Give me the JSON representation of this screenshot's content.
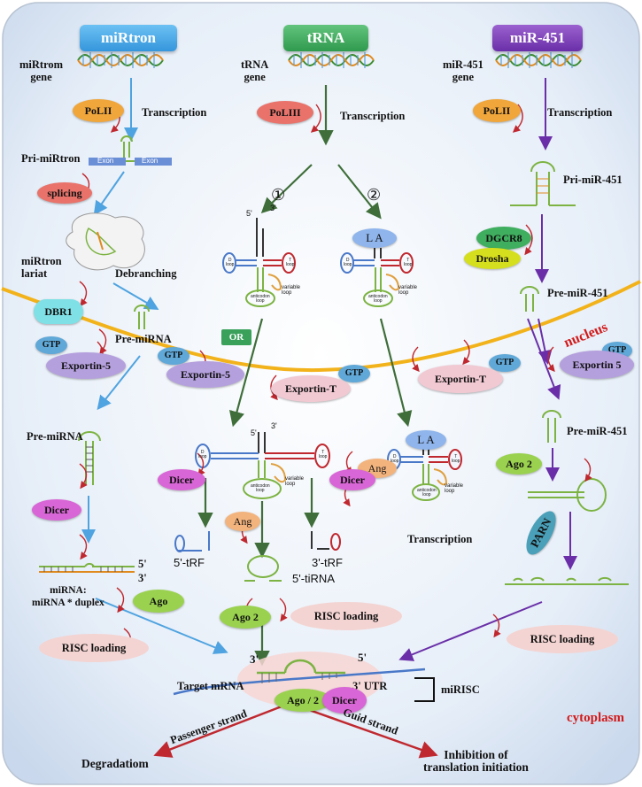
{
  "headers": {
    "mirtron": "miRtron",
    "trna": "tRNA",
    "mir451": "miR-451"
  },
  "genes": {
    "mirtron": "miRtrom\ngene",
    "trna": "tRNA\ngene",
    "mir451": "miR-451\ngene"
  },
  "enzymes": {
    "polii_left": "PoLII",
    "poliii": "PoLIII",
    "polii_right": "PoLII",
    "splicing": "splicing",
    "dbr1": "DBR1",
    "dgcr8": "DGCR8",
    "drosha": "Drosha",
    "gtp": "GTP",
    "exportin5": "Exportin-5",
    "exportin5_right": "Exportin 5",
    "exportin_t": "Exportin-T",
    "or": "OR",
    "dicer": "Dicer",
    "ang": "Ang",
    "ago": "Ago",
    "ago2": "Ago 2",
    "ago_2_slash": "Ago / 2",
    "parn": "PARN",
    "la": "L A"
  },
  "labels": {
    "transcription": "Transcription",
    "pri_mirtron": "Pri-miRtron",
    "exon": "Exon",
    "mirtron_lariat": "miRtron\nlariat",
    "debranching": "Debranching",
    "pre_mirna": "Pre-miRNA",
    "mirna_duplex": "miRNA:\nmiRNA * duplex",
    "risc_loading": "RISC  loading",
    "pri_mir451": "Pri-miR-451",
    "pre_mir451": "Pre-miR-451",
    "nucleus": "nucleus",
    "cytoplasm": "cytoplasm",
    "target_mrna": "Target mRNA",
    "utr3": "3' UTR",
    "mirisc": "miRISC",
    "passenger": "Passenger strand",
    "guid": "Guid strand",
    "degradation": "Degradatiom",
    "inhibition": "Inhibition of\ntranslation initiation",
    "trf5": "5'-tRF",
    "trf3": "3'-tRF",
    "tirna5": "5'-tiRNA",
    "path1": "①",
    "path2": "②",
    "five": "5'",
    "three": "3'",
    "d_loop": "D\nloop",
    "t_loop": "T\nloop",
    "variable_loop": "variable\nloop",
    "anticodon_loop": "anticodon\nloop"
  },
  "colors": {
    "mirtron_header": "#4aa8e8",
    "trna_header": "#3fae5e",
    "mir451_header": "#7a3fb0",
    "blue_arrow": "#4fa3e0",
    "green_arrow": "#3f6e3a",
    "purple_arrow": "#6a2fa8",
    "red_arrow": "#c0282f",
    "nucleus_line": "#f2b21a"
  }
}
